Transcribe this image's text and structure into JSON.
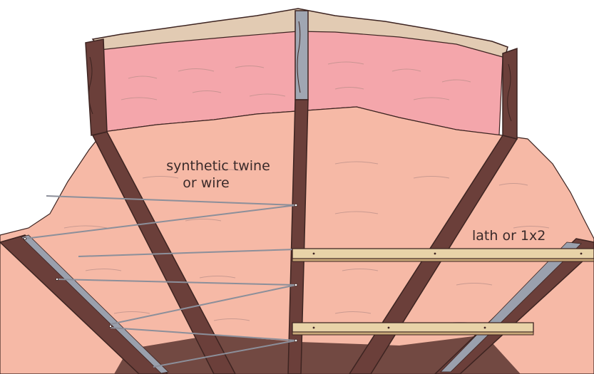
{
  "labels": {
    "twine_line1": "synthetic twine",
    "twine_line2": "or wire",
    "lath": "lath or 1x2"
  },
  "colors": {
    "batt_pink": "#f4a6ab",
    "insulation_salmon": "#f6b9a6",
    "kraft_backing": "#e2cbb3",
    "joist_brown": "#6b3f3a",
    "joist_dark": "#3d2421",
    "lath_tan": "#e8d3a8",
    "twine_gray": "#8c8f9a"
  }
}
